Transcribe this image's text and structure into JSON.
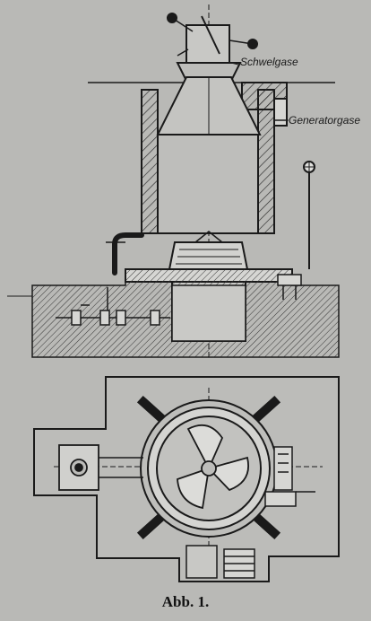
{
  "figure": {
    "labels": {
      "schwelgase": "Schwelgase",
      "generatorgase": "Generatorgase"
    },
    "caption": "Abb. 1."
  },
  "colors": {
    "paper": "#b9b9b6",
    "ink": "#1a1a1a",
    "wall_light": "#d6d6d3"
  }
}
